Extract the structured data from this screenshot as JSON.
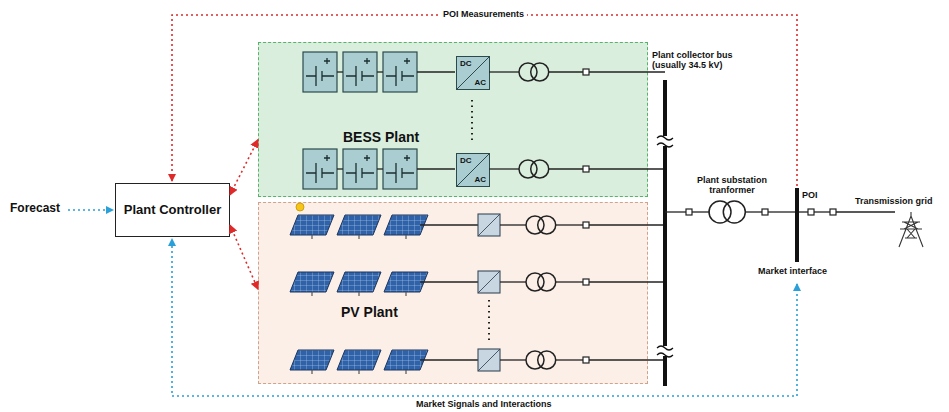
{
  "diagram": {
    "nodes": [
      {
        "text": [
          "Plant Controller"
        ]
      },
      {
        "text": [
          "BESS Plant"
        ]
      },
      {
        "text": [
          "DC",
          "AC"
        ],
        "in": 1
      },
      {
        "text": [
          "DC",
          "AC"
        ],
        "in": 1
      },
      {
        "text": [
          "PV Plant"
        ]
      }
    ],
    "edges": [
      {
        "from": 0,
        "to": 1,
        "arrow": "both"
      },
      {
        "from": 0,
        "to": 4,
        "arrow": "both"
      }
    ],
    "labels": [
      "POI Measurements",
      "Forecast",
      "Plant collector bus (usually 34.5 kV)",
      "Plant substation tranformer",
      "POI",
      "Transmission grid",
      "Market interface",
      "Market Signals and Interactions"
    ]
  }
}
